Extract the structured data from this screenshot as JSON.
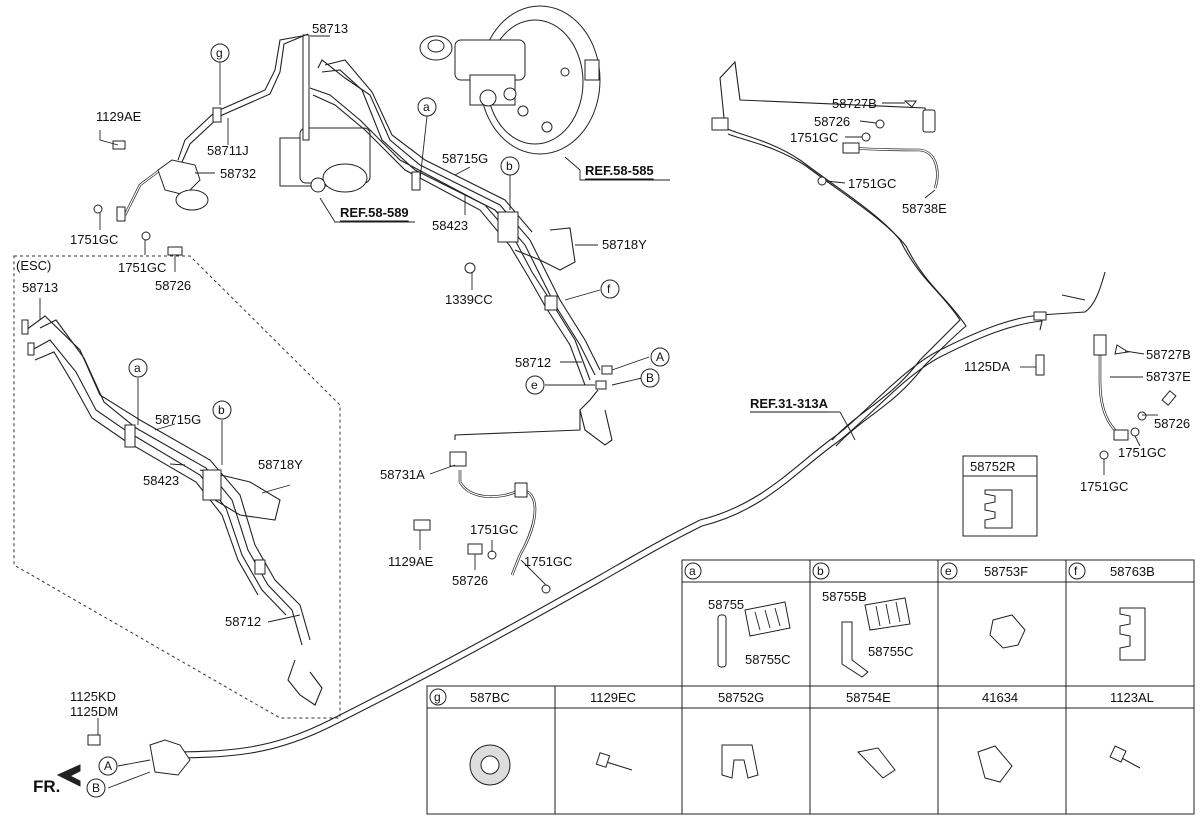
{
  "esc_label": "(ESC)",
  "front_label": "FR.",
  "refs": {
    "ref_58_585": "REF.58-585",
    "ref_58_589": "REF.58-589",
    "ref_31_313a": "REF.31-313A"
  },
  "circle_markers": {
    "a": "a",
    "b": "b",
    "e": "e",
    "f": "f",
    "g": "g",
    "A": "A",
    "B": "B"
  },
  "labels": {
    "p58713_top": "58713",
    "p1129ae_top": "1129AE",
    "p58711j": "58711J",
    "p58732": "58732",
    "p1751gc_left1": "1751GC",
    "p1751gc_left2": "1751GC",
    "p58726_left": "58726",
    "p58715g_top": "58715G",
    "p58423_top": "58423",
    "p58718y_top": "58718Y",
    "p1339cc": "1339CC",
    "p58712_top": "58712",
    "p58731a": "58731A",
    "p1129ae_mid": "1129AE",
    "p1751gc_mid1": "1751GC",
    "p58726_mid": "58726",
    "p1751gc_mid2": "1751GC",
    "p58727b_top": "58727B",
    "p58726_right_top": "58726",
    "p1751gc_rt1": "1751GC",
    "p1751gc_rt2": "1751GC",
    "p58738e": "58738E",
    "p1125da": "1125DA",
    "p58727b_right": "58727B",
    "p58737e": "58737E",
    "p58726_right": "58726",
    "p1751gc_rb1": "1751GC",
    "p1751gc_rb2": "1751GC",
    "p58713_esc": "58713",
    "p58715g_esc": "58715G",
    "p58423_esc": "58423",
    "p58718y_esc": "58718Y",
    "p58712_esc": "58712",
    "p1125kd": "1125KD",
    "p1125dm": "1125DM"
  },
  "box_58752r": "58752R",
  "detail_table": {
    "row1": [
      {
        "marker": "a",
        "title": "",
        "parts": [
          "58755",
          "58755C"
        ]
      },
      {
        "marker": "b",
        "title": "",
        "parts": [
          "58755B",
          "58755C"
        ]
      },
      {
        "marker": "e",
        "title": "58753F",
        "parts": []
      },
      {
        "marker": "f",
        "title": "58763B",
        "parts": []
      }
    ],
    "row2": [
      {
        "marker": "g",
        "title": "587BC"
      },
      {
        "marker": "",
        "title": "1129EC"
      },
      {
        "marker": "",
        "title": "58752G"
      },
      {
        "marker": "",
        "title": "58754E"
      },
      {
        "marker": "",
        "title": "41634"
      },
      {
        "marker": "",
        "title": "1123AL"
      }
    ]
  }
}
